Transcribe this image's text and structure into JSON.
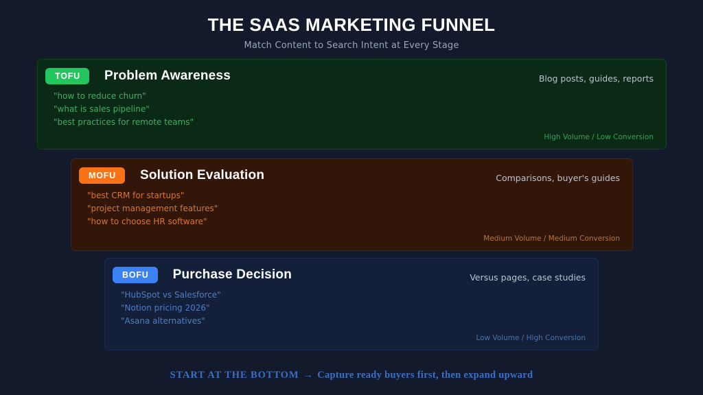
{
  "header": {
    "title": "THE SAAS MARKETING FUNNEL",
    "subtitle": "Match Content to Search Intent at Every Stage"
  },
  "colors": {
    "page_background": "#121a2b",
    "tofu_badge": "#22c55e",
    "mofu_badge": "#f97316",
    "bofu_badge": "#3b82f6",
    "tofu_band": "#0a2a16",
    "mofu_band": "#33160a",
    "bofu_band": "#14203a",
    "footer_accent": "#3b6fc4"
  },
  "stages": [
    {
      "badge": "TOFU",
      "name": "Problem Awareness",
      "content_types": "Blog posts, guides, reports",
      "volume_note": "High Volume / Low Conversion",
      "queries": [
        "\"how to reduce churn\"",
        "\"what is sales pipeline\"",
        "\"best practices for remote teams\""
      ]
    },
    {
      "badge": "MOFU",
      "name": "Solution Evaluation",
      "content_types": "Comparisons, buyer's guides",
      "volume_note": "Medium Volume / Medium Conversion",
      "queries": [
        "\"best CRM for startups\"",
        "\"project management features\"",
        "\"how to choose HR software\""
      ]
    },
    {
      "badge": "BOFU",
      "name": "Purchase Decision",
      "content_types": "Versus pages, case studies",
      "volume_note": "Low Volume / High Conversion",
      "queries": [
        "\"HubSpot vs Salesforce\"",
        "\"Notion pricing 2026\"",
        "\"Asana alternatives\""
      ]
    }
  ],
  "footer": {
    "cta": "START AT THE BOTTOM",
    "arrow": "→",
    "message": "Capture ready buyers first, then expand upward"
  }
}
